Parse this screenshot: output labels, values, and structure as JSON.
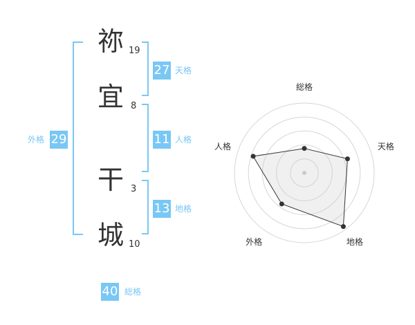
{
  "name": {
    "chars": [
      {
        "char": "祢",
        "strokes": "19"
      },
      {
        "char": "宜",
        "strokes": "8"
      },
      {
        "char": "干",
        "strokes": "3"
      },
      {
        "char": "城",
        "strokes": "10"
      }
    ]
  },
  "fortunes": {
    "tenkaku": {
      "value": "27",
      "label": "天格"
    },
    "jinkaku": {
      "value": "11",
      "label": "人格"
    },
    "chikaku": {
      "value": "13",
      "label": "地格"
    },
    "gaikaku": {
      "value": "29",
      "label": "外格"
    },
    "soukaku": {
      "value": "40",
      "label": "総格"
    }
  },
  "colors": {
    "accent": "#79c7f4",
    "text": "#333333"
  },
  "chart_data": {
    "type": "radar",
    "axes": [
      "総格",
      "天格",
      "地格",
      "外格",
      "人格"
    ],
    "values": [
      0.35,
      0.65,
      0.95,
      0.55,
      0.77
    ],
    "max": 1,
    "rings": 5
  }
}
